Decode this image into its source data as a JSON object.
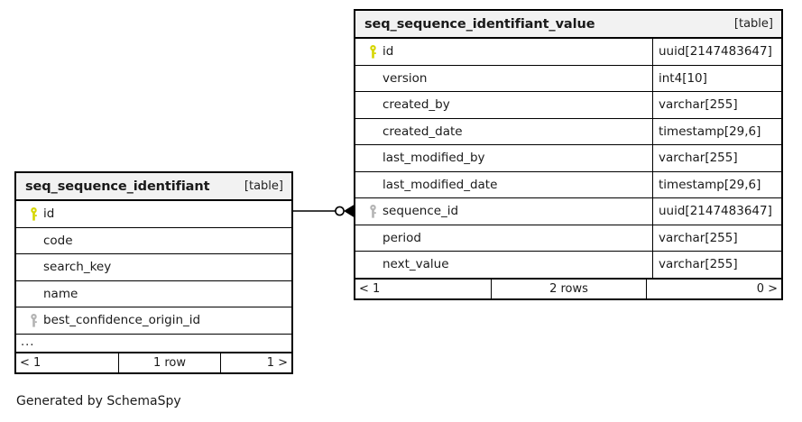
{
  "diagram": {
    "kind_label": "[table]",
    "credit": "Generated by SchemaSpy",
    "colors": {
      "primary_key_icon": "#d6d600",
      "foreign_key_icon": "#b3b3b3",
      "header_background": "#f2f2f2",
      "border": "#000000",
      "background": "#ffffff"
    }
  },
  "tables": {
    "left": {
      "name": "seq_sequence_identifiant",
      "kind": "[table]",
      "columns": [
        {
          "name": "id",
          "key": "primary-key",
          "type": ""
        },
        {
          "name": "code",
          "key": "none",
          "type": ""
        },
        {
          "name": "search_key",
          "key": "none",
          "type": ""
        },
        {
          "name": "name",
          "key": "none",
          "type": ""
        },
        {
          "name": "best_confidence_origin_id",
          "key": "foreign-key",
          "type": ""
        }
      ],
      "more_indicator": "...",
      "footer": {
        "parents": "< 1",
        "rows": "1 row",
        "children": "1 >"
      }
    },
    "right": {
      "name": "seq_sequence_identifiant_value",
      "kind": "[table]",
      "columns": [
        {
          "name": "id",
          "key": "primary-key",
          "type": "uuid[2147483647]"
        },
        {
          "name": "version",
          "key": "none",
          "type": "int4[10]"
        },
        {
          "name": "created_by",
          "key": "none",
          "type": "varchar[255]"
        },
        {
          "name": "created_date",
          "key": "none",
          "type": "timestamp[29,6]"
        },
        {
          "name": "last_modified_by",
          "key": "none",
          "type": "varchar[255]"
        },
        {
          "name": "last_modified_date",
          "key": "none",
          "type": "timestamp[29,6]"
        },
        {
          "name": "sequence_id",
          "key": "foreign-key",
          "type": "uuid[2147483647]"
        },
        {
          "name": "period",
          "key": "none",
          "type": "varchar[255]"
        },
        {
          "name": "next_value",
          "key": "none",
          "type": "varchar[255]"
        }
      ],
      "more_indicator": null,
      "footer": {
        "parents": "< 1",
        "rows": "2 rows",
        "children": "0 >"
      }
    }
  },
  "relationship": {
    "from_table": "seq_sequence_identifiant",
    "from_column": "id",
    "to_table": "seq_sequence_identifiant_value",
    "to_column": "sequence_id",
    "from_cardinality": "zero-or-one",
    "to_cardinality": "many"
  }
}
